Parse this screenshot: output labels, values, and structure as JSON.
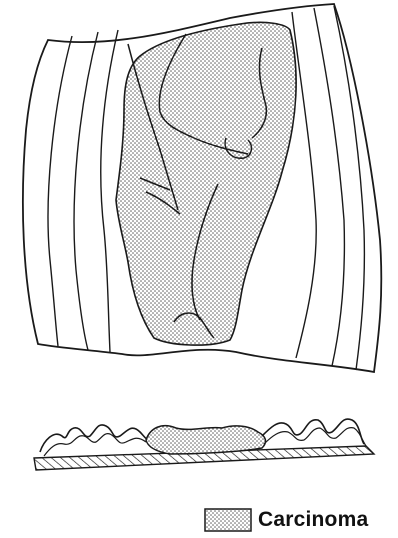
{
  "figure": {
    "views": [
      "mucosal-surface-view",
      "cross-section-view"
    ]
  },
  "legend": {
    "label": "Carcinoma",
    "pattern": "stippled"
  },
  "colors": {
    "ink": "#1a1a1a",
    "stipple": "#555555",
    "background": "#ffffff"
  }
}
